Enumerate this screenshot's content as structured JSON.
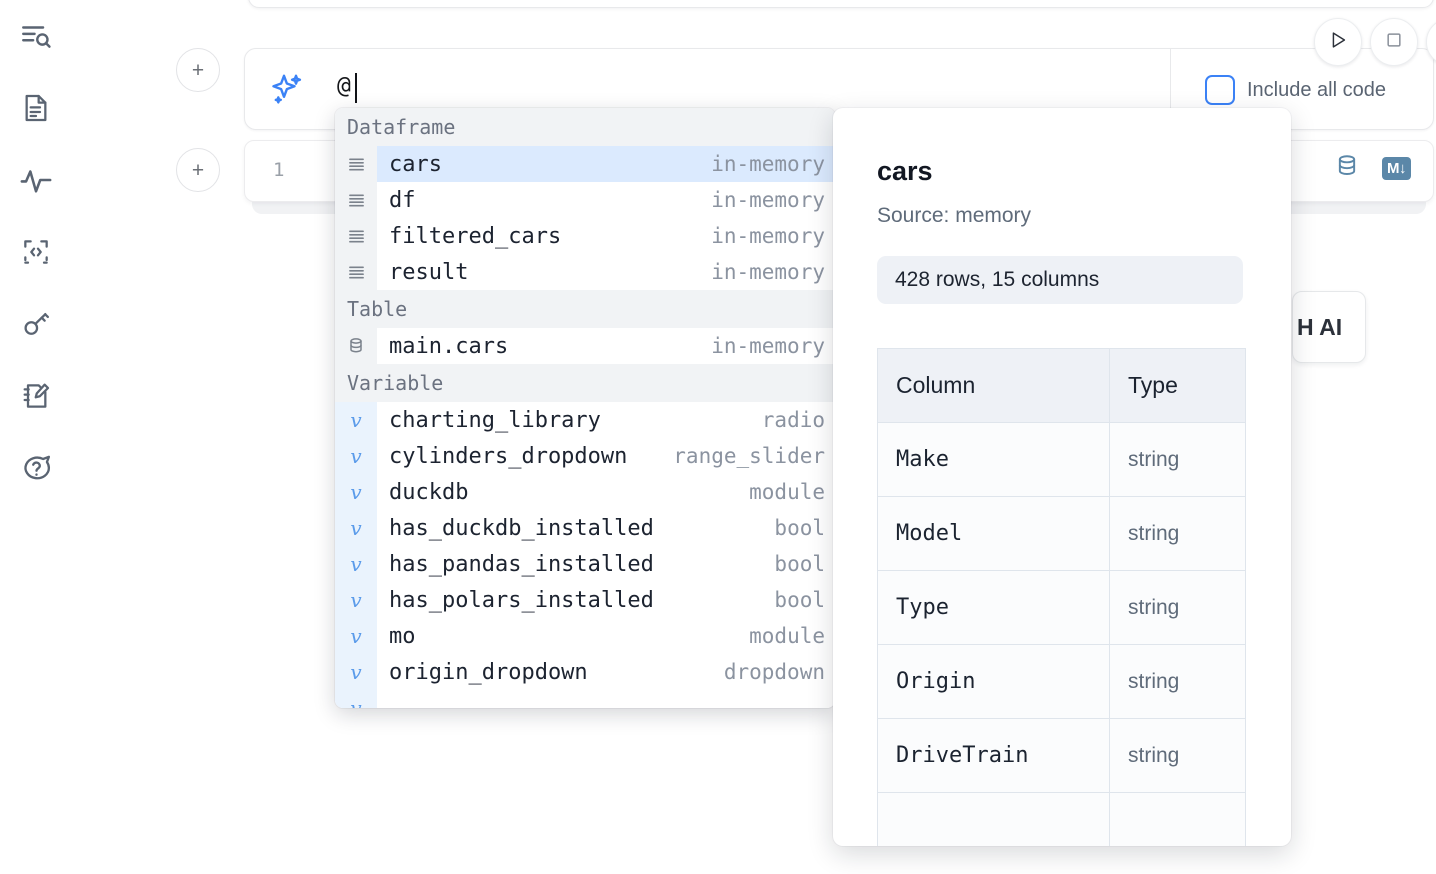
{
  "sidebar": {
    "items": [
      {
        "name": "explorer-search-icon",
        "label": "Explorer"
      },
      {
        "name": "document-icon",
        "label": "Documents"
      },
      {
        "name": "activity-icon",
        "label": "Activity"
      },
      {
        "name": "code-snippet-icon",
        "label": "Snippets"
      },
      {
        "name": "key-icon",
        "label": "Secrets"
      },
      {
        "name": "notebook-edit-icon",
        "label": "Scratchpad"
      },
      {
        "name": "help-chat-icon",
        "label": "Help"
      }
    ]
  },
  "toolbar": {
    "add_cell_label": "+",
    "run_label": "Run",
    "stop_label": "Stop"
  },
  "prompt": {
    "value": "@",
    "sparkle_icon": "ai-sparkles-icon",
    "include_all_code_label": "Include all code",
    "include_all_code_checked": false
  },
  "cell": {
    "line_number": "1",
    "database_icon": "database-icon",
    "markdown_badge": "M↓"
  },
  "ai_chip": {
    "label": "H AI"
  },
  "autocomplete": {
    "sections": [
      {
        "title": "Dataframe",
        "items": [
          {
            "icon": "dataframe-icon",
            "name": "cars",
            "meta": "in-memory",
            "selected": true
          },
          {
            "icon": "dataframe-icon",
            "name": "df",
            "meta": "in-memory",
            "selected": false
          },
          {
            "icon": "dataframe-icon",
            "name": "filtered_cars",
            "meta": "in-memory",
            "selected": false
          },
          {
            "icon": "dataframe-icon",
            "name": "result",
            "meta": "in-memory",
            "selected": false
          }
        ]
      },
      {
        "title": "Table",
        "items": [
          {
            "icon": "table-icon",
            "name": "main.cars",
            "meta": "in-memory",
            "selected": false
          }
        ]
      },
      {
        "title": "Variable",
        "items": [
          {
            "icon": "variable-icon",
            "name": "charting_library",
            "meta": "radio",
            "selected": false
          },
          {
            "icon": "variable-icon",
            "name": "cylinders_dropdown",
            "meta": "range_slider",
            "selected": false
          },
          {
            "icon": "variable-icon",
            "name": "duckdb",
            "meta": "module",
            "selected": false
          },
          {
            "icon": "variable-icon",
            "name": "has_duckdb_installed",
            "meta": "bool",
            "selected": false
          },
          {
            "icon": "variable-icon",
            "name": "has_pandas_installed",
            "meta": "bool",
            "selected": false
          },
          {
            "icon": "variable-icon",
            "name": "has_polars_installed",
            "meta": "bool",
            "selected": false
          },
          {
            "icon": "variable-icon",
            "name": "mo",
            "meta": "module",
            "selected": false
          },
          {
            "icon": "variable-icon",
            "name": "origin_dropdown",
            "meta": "dropdown",
            "selected": false
          }
        ]
      }
    ]
  },
  "doc_panel": {
    "title": "cars",
    "source": "Source: memory",
    "shape": "428 rows, 15 columns",
    "columns_header": "Column",
    "type_header": "Type",
    "rows": [
      {
        "column": "Make",
        "type": "string"
      },
      {
        "column": "Model",
        "type": "string"
      },
      {
        "column": "Type",
        "type": "string"
      },
      {
        "column": "Origin",
        "type": "string"
      },
      {
        "column": "DriveTrain",
        "type": "string"
      }
    ]
  },
  "colors": {
    "accent": "#3b82f6",
    "selection": "#dbeafe",
    "icon": "#5a6472",
    "steel": "#5b87a8"
  }
}
